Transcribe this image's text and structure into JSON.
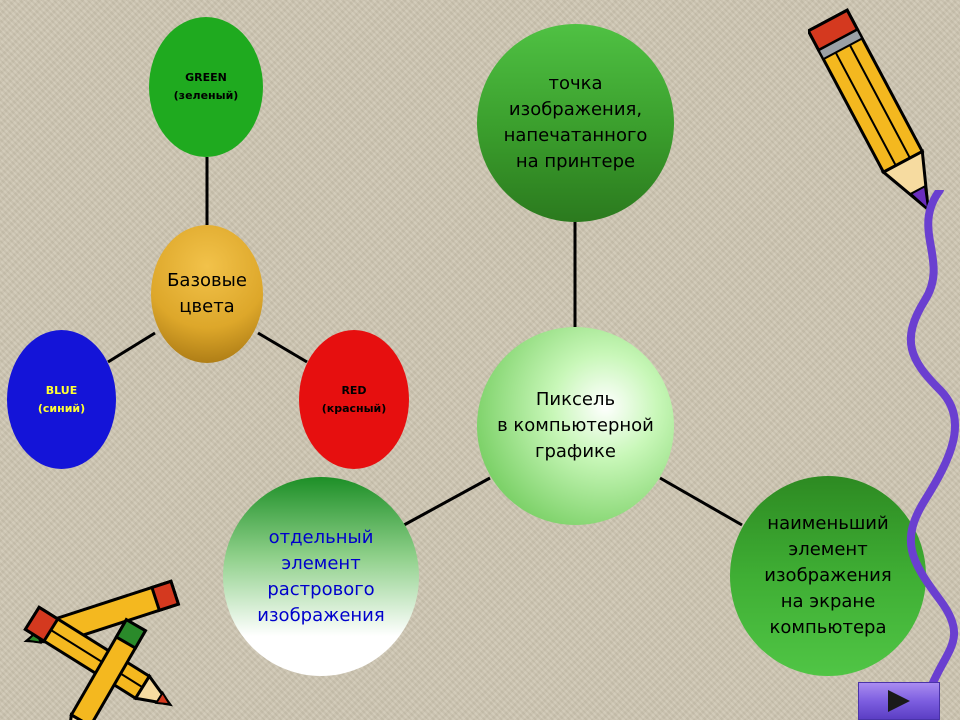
{
  "nodes": {
    "green": {
      "title": "GREEN",
      "subtitle": "(зеленый)"
    },
    "blue": {
      "title": "BLUE",
      "subtitle": "(синий)"
    },
    "red": {
      "title": "RED",
      "subtitle": "(красный)"
    },
    "base_colors": {
      "line1": "Базовые",
      "line2": "цвета"
    },
    "pixel": {
      "line1": "Пиксель",
      "line2": "в компьютерной",
      "line3": "графике"
    },
    "printed_dot": {
      "line1": "точка",
      "line2": "изображения,",
      "line3": "напечатанного",
      "line4": "на  принтере"
    },
    "raster_element": {
      "line1": "отдельный",
      "line2": "элемент",
      "line3": "растрового",
      "line4": "изображения"
    },
    "smallest_element": {
      "line1": "наименьший",
      "line2": "элемент",
      "line3": "изображения",
      "line4": "на  экране",
      "line5": "компьютера"
    }
  },
  "colors": {
    "connector": "#000000",
    "green": "#1faa1f",
    "blue": "#1414d8",
    "red": "#e60f0f",
    "base": "#dda72a"
  },
  "icons": {
    "pencil_right": "pencil-icon",
    "pencils_left": "crossed-pencils-icon",
    "squiggle": "squiggle-decoration",
    "next": "play-next-icon"
  }
}
